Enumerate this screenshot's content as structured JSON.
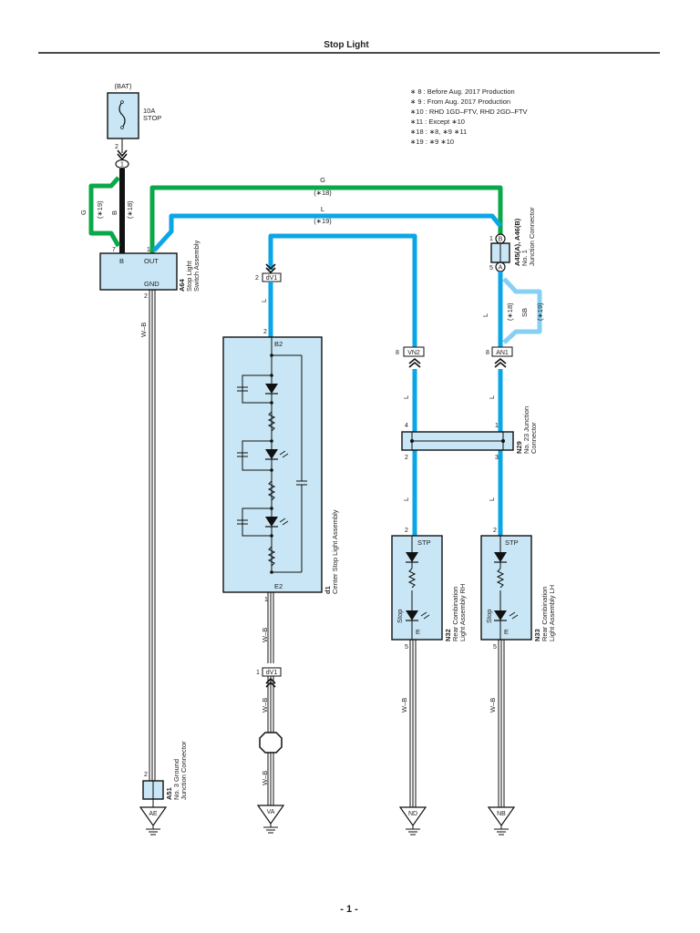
{
  "page": {
    "title": "Stop Light",
    "page_number": "- 1 -"
  },
  "colors": {
    "wire_L": "#0aa6e6",
    "wire_G": "#0aa84a",
    "wire_SB": "#86d1f3",
    "wire_B": "#111111",
    "component_fill": "#c8e6f5"
  },
  "notes": [
    "∗ 8 : Before Aug.  2017 Production",
    "∗ 9 : From Aug.  2017 Production",
    "∗10 : RHD 1GD–FTV,  RHD 2GD–FTV",
    "∗11 : Except ∗10",
    "∗18 : ∗8,  ∗9 ∗11",
    "∗19 : ∗9 ∗10"
  ],
  "fuse": {
    "source": "(BAT)",
    "rating": "10A",
    "name": "STOP",
    "pin": "2",
    "junction": "1"
  },
  "switch": {
    "code": "A64",
    "name_line1": "Stop Light",
    "name_line2": "Switch Assembly",
    "pins": {
      "b_label": "B",
      "b_num": "7",
      "out_label": "OUT",
      "out_num": "1",
      "gnd_label": "GND",
      "gnd_num": "2"
    }
  },
  "wires": {
    "g_left": "G",
    "g_left_note": "(∗19)",
    "b_label": "B",
    "b_note": "(∗18)",
    "g_top": "G",
    "g_top_note": "(∗18)",
    "l_top": "L",
    "l_top_note": "(∗19)",
    "l": "L",
    "sb": "SB",
    "sb_note": "(∗19)",
    "l_an1_note": "(∗18)",
    "wb": "W–B"
  },
  "junction_a45": {
    "code": "A45(A), A46(B)",
    "name_line1": "No. 1",
    "name_line2": "Junction Connector",
    "pin_b_num": "1",
    "pin_b": "B",
    "pin_a_num": "5",
    "pin_a": "A"
  },
  "connectors": {
    "dv1_top": {
      "label": "dV1",
      "pin": "2"
    },
    "dv1_bottom": {
      "label": "dV1",
      "pin": "1"
    },
    "vn2": {
      "label": "VN2",
      "pin": "8"
    },
    "an1": {
      "label": "AN1",
      "pin": "8"
    }
  },
  "center_stop": {
    "code": "d1",
    "name": "Center Stop Light Assembly",
    "pin_top_num": "2",
    "pin_top": "B2",
    "pin_bottom": "E2",
    "pin_bottom_num": "1"
  },
  "junction_n29": {
    "code": "N29",
    "name_line1": "No. 23 Junction",
    "name_line2": "Connector",
    "pins": [
      "4",
      "1",
      "2",
      "3"
    ]
  },
  "rear_rh": {
    "code": "N32",
    "name_line1": "Rear Combination",
    "name_line2": "Light Assembly RH",
    "pin_top_num": "2",
    "pin_top": "STP",
    "pin_bottom": "E",
    "pin_bottom_num": "5",
    "lamp": "Stop"
  },
  "rear_lh": {
    "code": "N33",
    "name_line1": "Rear Combination",
    "name_line2": "Light Assembly LH",
    "pin_top_num": "2",
    "pin_top": "STP",
    "pin_bottom": "E",
    "pin_bottom_num": "5",
    "lamp": "Stop"
  },
  "ground_junction": {
    "code": "A51",
    "name_line1": "No. 3 Ground",
    "name_line2": "Junction Connector",
    "pin": "2"
  },
  "grounds": [
    "AE",
    "VA",
    "ND",
    "NB"
  ]
}
